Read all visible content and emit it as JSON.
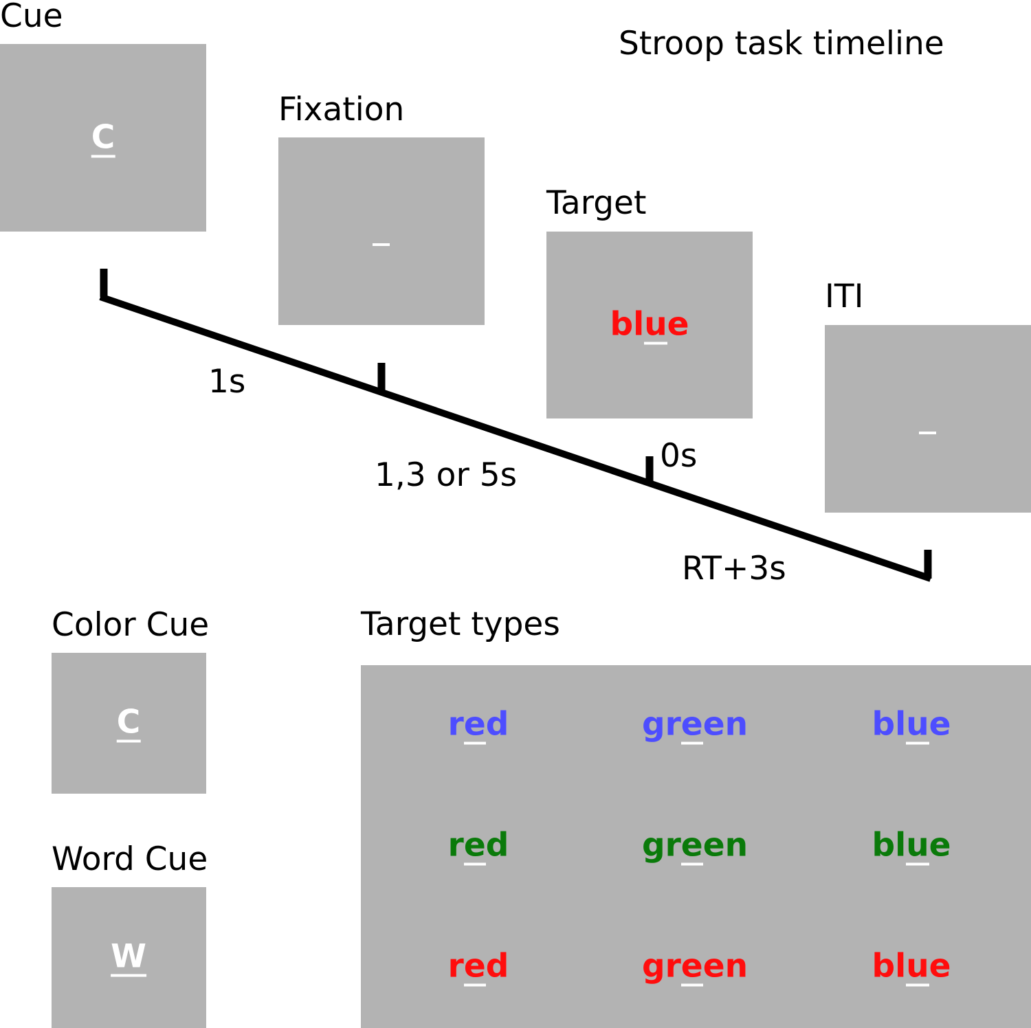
{
  "title": "Stroop task timeline",
  "phases": {
    "cue": {
      "label": "Cue",
      "stimulus": "C"
    },
    "fixation": {
      "label": "Fixation",
      "stimulus": "_"
    },
    "target": {
      "label": "Target",
      "stimulus_prefix": "bl",
      "stimulus_marked": "u",
      "stimulus_suffix": "e"
    },
    "iti": {
      "label": "ITI",
      "stimulus": "_"
    }
  },
  "durations": {
    "cue_to_fixation": "1s",
    "fixation_to_target": "1,3 or 5s",
    "target_onset": "0s",
    "target_to_iti": "RT+3s"
  },
  "cue_types": {
    "color": {
      "label": "Color Cue",
      "stimulus": "C"
    },
    "word": {
      "label": "Word Cue",
      "stimulus": "W"
    }
  },
  "target_types": {
    "label": "Target types",
    "rows": [
      {
        "color": "#4d4dff",
        "words": [
          {
            "pre": "r",
            "mark": "e",
            "post": "d"
          },
          {
            "pre": "gr",
            "mark": "e",
            "post": "en"
          },
          {
            "pre": "bl",
            "mark": "u",
            "post": "e"
          }
        ]
      },
      {
        "color": "#0a7a0a",
        "words": [
          {
            "pre": "r",
            "mark": "e",
            "post": "d"
          },
          {
            "pre": "gr",
            "mark": "e",
            "post": "en"
          },
          {
            "pre": "bl",
            "mark": "u",
            "post": "e"
          }
        ]
      },
      {
        "color": "#ff0d0d",
        "words": [
          {
            "pre": "r",
            "mark": "e",
            "post": "d"
          },
          {
            "pre": "gr",
            "mark": "e",
            "post": "en"
          },
          {
            "pre": "bl",
            "mark": "u",
            "post": "e"
          }
        ]
      }
    ]
  },
  "colors": {
    "screen": "#b3b3b3",
    "target_word": "#ff0d0d",
    "timeline": "#000000"
  }
}
